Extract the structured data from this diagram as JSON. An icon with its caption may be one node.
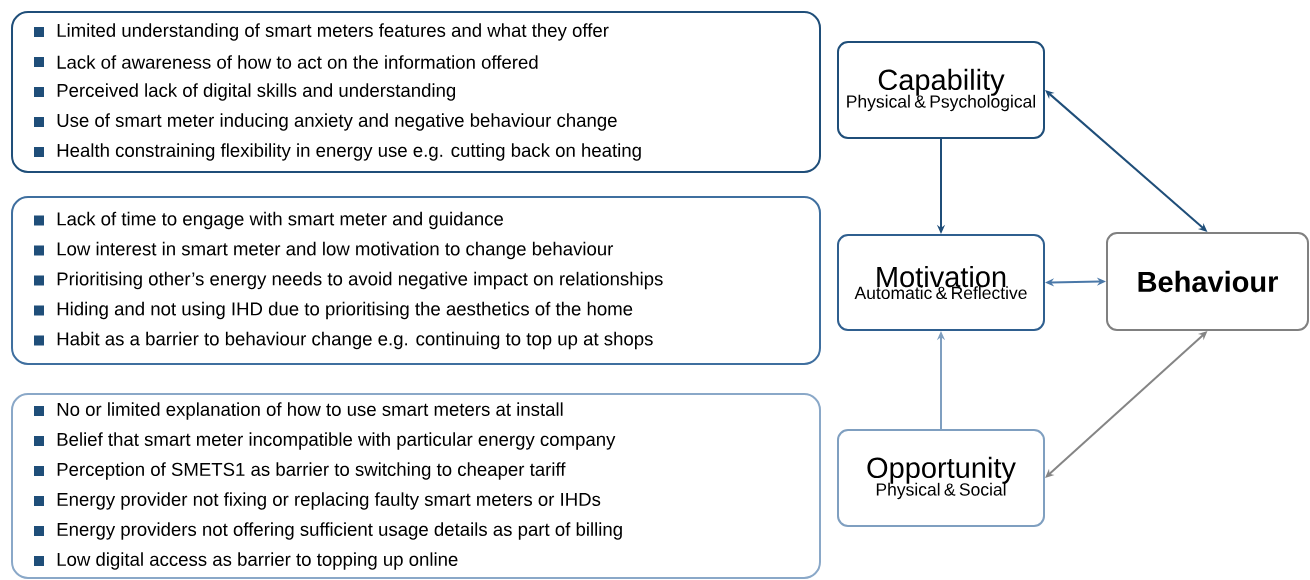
{
  "diagram": {
    "nodes": [
      {
        "text": [
          "Limited understanding of smart meters features and what they offer",
          "Lack of awareness of how to act on the information offered",
          "Perceived lack of digital skills and understanding",
          "Use of smart meter inducing anxiety and negative behaviour change",
          "Health constraining flexibility in energy use e.g. cutting back on heating"
        ]
      },
      {
        "text": [
          "Lack of time to engage with smart meter and guidance",
          "Low interest in smart meter and low motivation to change behaviour",
          "Prioritising other’s energy needs to avoid negative impact on relationships",
          "Hiding and not using IHD due to prioritising the aesthetics of the home",
          "Habit as a barrier to behaviour change e.g. continuing to top up at shops"
        ]
      },
      {
        "text": [
          "No or limited explanation of how to use smart meters at install",
          "Belief that smart meter incompatible with particular energy company",
          "Perception of SMETS1 as barrier to switching to cheaper tariff",
          "Energy provider not fixing or replacing faulty smart meters or IHDs",
          "Energy providers not offering sufficient usage details as part of billing",
          "Low digital access as barrier to topping up online"
        ]
      },
      {
        "text": [
          "Capability",
          "Physical & Psychological"
        ]
      },
      {
        "text": [
          "Motivation",
          "Automatic & Reflective"
        ]
      },
      {
        "text": [
          "Behaviour"
        ]
      },
      {
        "text": [
          "Opportunity",
          "Physical & Social"
        ]
      }
    ],
    "edges": [
      {
        "from": 3,
        "to": 4,
        "arrow": "to",
        "color": "#1f4e79"
      },
      {
        "from": 3,
        "to": 5,
        "arrow": "both",
        "color": "#1f4e79"
      },
      {
        "from": 4,
        "to": 5,
        "arrow": "both",
        "color": "#4a78a8"
      },
      {
        "from": 6,
        "to": 4,
        "arrow": "to",
        "color": "#7f9fc0"
      },
      {
        "from": 6,
        "to": 5,
        "arrow": "both",
        "color": "#858585"
      }
    ]
  }
}
